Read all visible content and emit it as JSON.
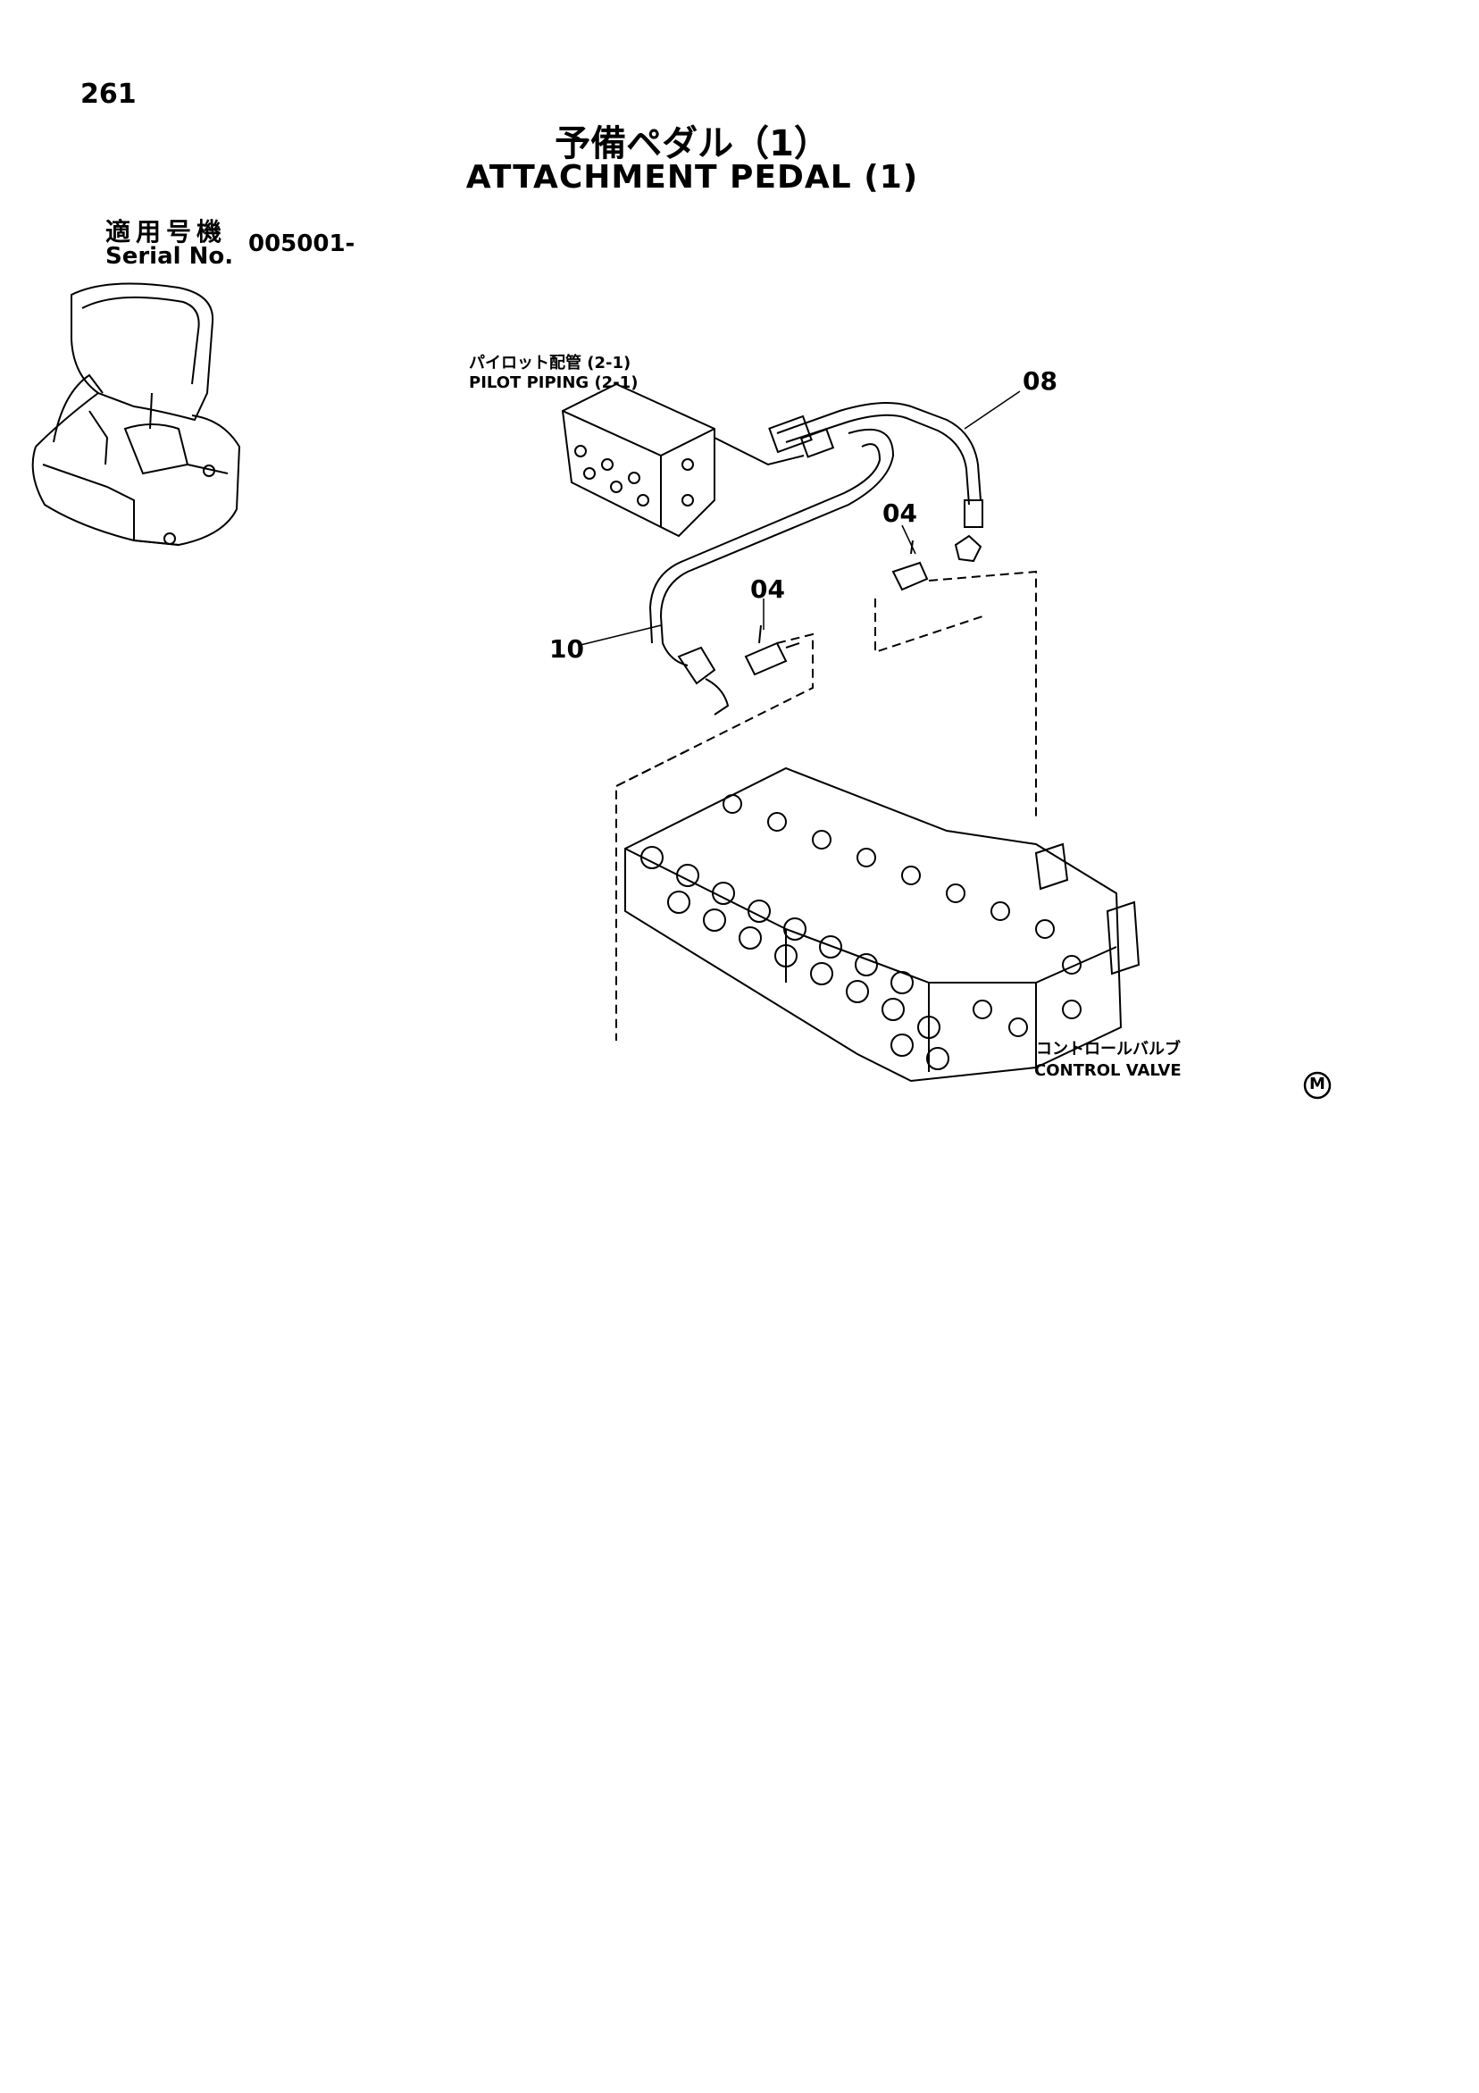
{
  "page": {
    "number": "261",
    "title_jp": "予備ペダル（1）",
    "title_en": "ATTACHMENT PEDAL (1)"
  },
  "serial": {
    "label_jp": "適用号機",
    "label_en": "Serial No.",
    "value": "005001-"
  },
  "labels": {
    "pilot_piping_jp": "パイロット配管 (2-1)",
    "pilot_piping_en": "PILOT PIPING (2-1)",
    "control_valve_jp": "コントロールバルブ",
    "control_valve_en": "CONTROL VALVE",
    "mark": "M"
  },
  "callouts": [
    "08",
    "04",
    "04",
    "10"
  ]
}
